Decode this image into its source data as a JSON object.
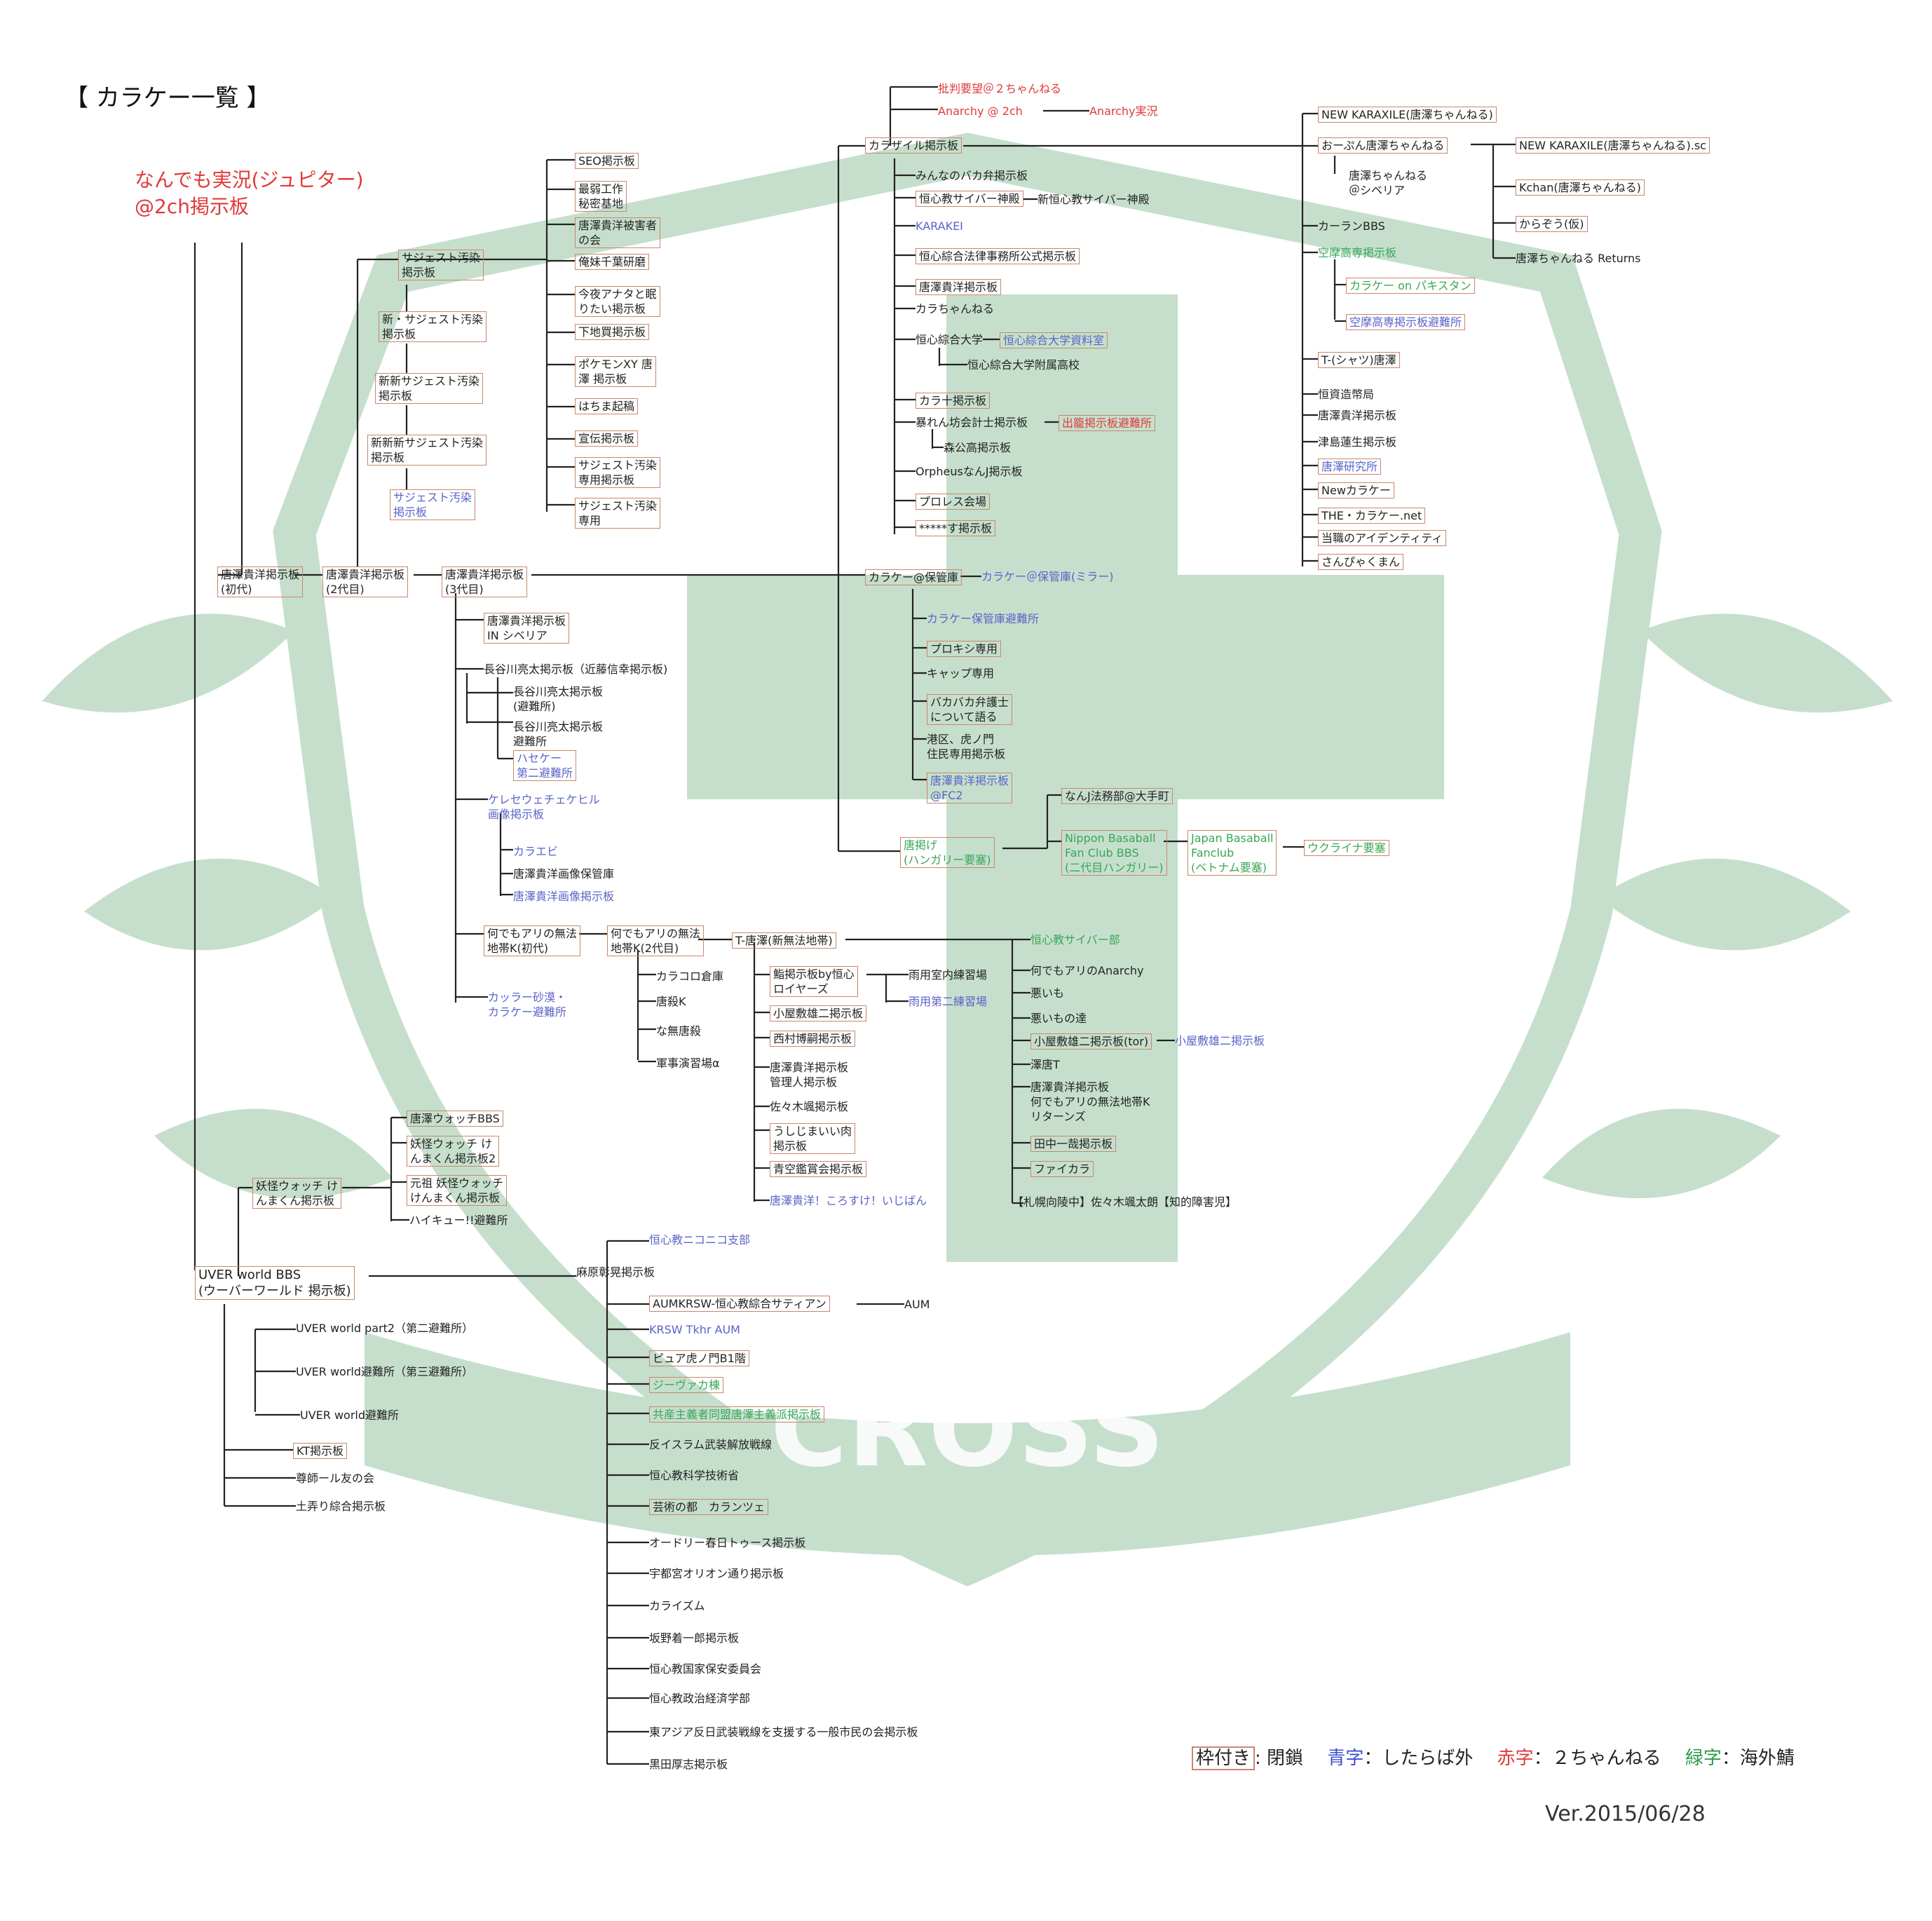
{
  "title": "【 カラケー一覧 】",
  "root": "なんでも実況(ジュピター)\n@2ch掲示板",
  "version": "Ver.2015/06/28",
  "watermark": {
    "text": "CROSS",
    "color": "#c6dfcd"
  },
  "legend": {
    "box": "枠付き",
    "box_desc": ": 閉鎖",
    "blue": "青字",
    "blue_desc": "：したらば外",
    "red": "赤字",
    "red_desc": "：２ちゃんねる",
    "green": "緑字",
    "green_desc": "：海外鯖"
  },
  "colors": {
    "red": "#e03a3a",
    "blue": "#5a63c8",
    "green": "#39a656",
    "frame": "#c9866e",
    "line": "#222222"
  },
  "nodes": [
    {
      "id": "n1",
      "text": "唐澤貴洋掲示板\n(初代)",
      "box": true
    },
    {
      "id": "n2",
      "text": "唐澤貴洋掲示板\n(2代目)",
      "box": true
    },
    {
      "id": "n3",
      "text": "唐澤貴洋掲示板\n(3代目)",
      "box": true
    },
    {
      "id": "s1",
      "text": "サジェスト汚染\n掲示板",
      "box": true
    },
    {
      "id": "s2",
      "text": "新・サジェスト汚染\n掲示板",
      "box": true
    },
    {
      "id": "s3",
      "text": "新新サジェスト汚染\n掲示板",
      "box": true
    },
    {
      "id": "s4",
      "text": "新新新サジェスト汚染\n掲示板",
      "box": true
    },
    {
      "id": "s5",
      "text": "サジェスト汚染\n掲示板",
      "color": "blue",
      "box": true
    },
    {
      "id": "c1",
      "text": "SEO掲示板",
      "box": true
    },
    {
      "id": "c2",
      "text": "最弱工作\n秘密基地",
      "box": true
    },
    {
      "id": "c3",
      "text": "唐澤貴洋被害者\nの会",
      "box": true
    },
    {
      "id": "c4",
      "text": "俺妹千葉研磨",
      "box": true
    },
    {
      "id": "c5",
      "text": "今夜アナタと眠\nりたい掲示板",
      "box": true
    },
    {
      "id": "c6",
      "text": "下地買掲示板",
      "box": true
    },
    {
      "id": "c7",
      "text": "ポケモンXY 唐\n澤 掲示板",
      "box": true
    },
    {
      "id": "c8",
      "text": "はちま起稿",
      "box": true
    },
    {
      "id": "c9",
      "text": "宣伝掲示板",
      "box": true
    },
    {
      "id": "c10",
      "text": "サジェスト汚染\n専用掲示板",
      "box": true
    },
    {
      "id": "c11",
      "text": "サジェスト汚染\n専用",
      "box": true
    },
    {
      "id": "t1",
      "text": "唐澤貴洋掲示板\nIN シベリア",
      "box": true
    },
    {
      "id": "t2",
      "text": "長谷川亮太掲示板（近藤信幸掲示板)"
    },
    {
      "id": "t3",
      "text": "長谷川亮太掲示板\n(避難所)"
    },
    {
      "id": "t4",
      "text": "長谷川亮太掲示板\n避難所"
    },
    {
      "id": "t5",
      "text": "ハセケー\n第二避難所",
      "color": "blue",
      "box": true
    },
    {
      "id": "t6",
      "text": "ケレセウェチェケヒル\n画像掲示板",
      "color": "blue"
    },
    {
      "id": "t7",
      "text": "カラエビ",
      "color": "blue"
    },
    {
      "id": "t8",
      "text": "唐澤貴洋画像保管庫"
    },
    {
      "id": "t9",
      "text": "唐澤貴洋画像掲示板",
      "color": "blue"
    },
    {
      "id": "t10",
      "text": "何でもアリの無法\n地帯K(初代)",
      "box": true
    },
    {
      "id": "t11",
      "text": "何でもアリの無法\n地帯K(2代目)",
      "box": true
    },
    {
      "id": "t12",
      "text": "T-唐澤(新無法地帯)",
      "box": true
    },
    {
      "id": "t13",
      "text": "カッラー砂漠・\nカラケー避難所",
      "color": "blue"
    },
    {
      "id": "k1",
      "text": "カラコロ倉庫"
    },
    {
      "id": "k2",
      "text": "唐殺K"
    },
    {
      "id": "k3",
      "text": "な無唐殺"
    },
    {
      "id": "k4",
      "text": "軍事演習場α"
    },
    {
      "id": "m1",
      "text": "鮨掲示板by恒心\nロイヤーズ",
      "box": true
    },
    {
      "id": "m2",
      "text": "雨用室内練習場"
    },
    {
      "id": "m3",
      "text": "雨用第二練習場",
      "color": "blue"
    },
    {
      "id": "m4",
      "text": "小屋敷雄二掲示板",
      "box": true
    },
    {
      "id": "m5",
      "text": "西村博嗣掲示板",
      "box": true
    },
    {
      "id": "m6",
      "text": "唐澤貴洋掲示板\n管理人掲示板"
    },
    {
      "id": "m7",
      "text": "佐々木颯掲示板"
    },
    {
      "id": "m8",
      "text": "うしじまいい肉\n掲示板",
      "box": true
    },
    {
      "id": "m9",
      "text": "青空鑑賞会掲示板",
      "box": true
    },
    {
      "id": "m10",
      "text": "唐澤貴洋！ころすけ！いじばん",
      "color": "blue"
    },
    {
      "id": "r1",
      "text": "恒心教サイバー部",
      "color": "green"
    },
    {
      "id": "r2",
      "text": "何でもアリのAnarchy"
    },
    {
      "id": "r3",
      "text": "悪いも"
    },
    {
      "id": "r4",
      "text": "悪いもの達"
    },
    {
      "id": "r5",
      "text": "小屋敷雄二掲示板(tor)",
      "box": true
    },
    {
      "id": "r6",
      "text": "小屋敷雄二掲示板",
      "color": "blue"
    },
    {
      "id": "r7",
      "text": "澤唐T"
    },
    {
      "id": "r8",
      "text": "唐澤貴洋掲示板\n何でもアリの無法地帯K\nリターンズ"
    },
    {
      "id": "r9",
      "text": "田中一哉掲示板",
      "box": true
    },
    {
      "id": "r10",
      "text": "ファイカラ",
      "box": true
    },
    {
      "id": "r11",
      "text": "【札幌向陵中】佐々木颯太朗【知的障害児】"
    },
    {
      "id": "h1",
      "text": "カラケー@保管庫",
      "box": true
    },
    {
      "id": "h2",
      "text": "カラケー＠保管庫(ミラー)",
      "color": "blue"
    },
    {
      "id": "h3",
      "text": "カラケー保管庫避難所",
      "color": "blue"
    },
    {
      "id": "h4",
      "text": "プロキシ専用",
      "box": true
    },
    {
      "id": "h5",
      "text": "キャップ専用"
    },
    {
      "id": "h6",
      "text": "バカバカ弁護士\nについて語る",
      "box": true
    },
    {
      "id": "h7",
      "text": "港区、虎ノ門\n住民専用掲示板"
    },
    {
      "id": "h8",
      "text": "唐澤貴洋掲示板\n@FC2",
      "color": "blue",
      "box": true
    },
    {
      "id": "g1",
      "text": "唐掲げ\n(ハンガリー要塞)",
      "color": "green",
      "box": true
    },
    {
      "id": "g2",
      "text": "なんJ法務部@大手町",
      "box": true
    },
    {
      "id": "g3",
      "text": "Nippon Basaball\nFan Club BBS\n(二代目ハンガリー)",
      "color": "green",
      "box": true
    },
    {
      "id": "g4",
      "text": "Japan Basaball\nFanclub\n(ベトナム要塞)",
      "color": "green",
      "box": true
    },
    {
      "id": "g5",
      "text": "ウクライナ要塞",
      "color": "green",
      "box": true
    },
    {
      "id": "z0",
      "text": "カラザイル掲示板",
      "box": true
    },
    {
      "id": "z1",
      "text": "批判要望＠２ちゃんねる",
      "color": "red"
    },
    {
      "id": "z2",
      "text": "Anarchy @ 2ch",
      "color": "red"
    },
    {
      "id": "z3",
      "text": "Anarchy実況",
      "color": "red"
    },
    {
      "id": "z4",
      "text": "みんなのバカ弁掲示板"
    },
    {
      "id": "z5",
      "text": "恒心教サイバー神殿",
      "box": true
    },
    {
      "id": "z6",
      "text": "新恒心教サイバー神殿"
    },
    {
      "id": "z7",
      "text": "KARAKEI",
      "color": "blue"
    },
    {
      "id": "z8",
      "text": "恒心綜合法律事務所公式掲示板",
      "box": true
    },
    {
      "id": "z9",
      "text": "唐澤貴洋掲示板",
      "box": true
    },
    {
      "id": "z10",
      "text": "カラちゃんねる"
    },
    {
      "id": "z11",
      "text": "恒心綜合大学"
    },
    {
      "id": "z12",
      "text": "恒心綜合大学資料室",
      "color": "blue",
      "box": true
    },
    {
      "id": "z13",
      "text": "恒心綜合大学附属高校"
    },
    {
      "id": "z14",
      "text": "カラ十掲示板",
      "box": true
    },
    {
      "id": "z15",
      "text": "暴れん坊会計士掲示板"
    },
    {
      "id": "z16",
      "text": "出籠掲示板避難所",
      "color": "red",
      "box": true
    },
    {
      "id": "z17",
      "text": "森公高掲示板"
    },
    {
      "id": "z18",
      "text": "OrpheusなんJ掲示板"
    },
    {
      "id": "z19",
      "text": "プロレス会場",
      "box": true
    },
    {
      "id": "z20",
      "text": "*****す掲示板",
      "box": true
    },
    {
      "id": "e1",
      "text": "NEW KARAXILE(唐澤ちゃんねる)",
      "box": true
    },
    {
      "id": "e2",
      "text": "おーぷん唐澤ちゃんねる",
      "box": true
    },
    {
      "id": "e3",
      "text": "唐澤ちゃんねる\n＠シベリア"
    },
    {
      "id": "e4",
      "text": "NEW KARAXILE(唐澤ちゃんねる).sc",
      "box": true
    },
    {
      "id": "e5",
      "text": "Kchan(唐澤ちゃんねる)",
      "box": true
    },
    {
      "id": "e6",
      "text": "からぞう(仮)",
      "box": true
    },
    {
      "id": "e7",
      "text": "唐澤ちゃんねる Returns"
    },
    {
      "id": "e8",
      "text": "カーランBBS"
    },
    {
      "id": "e9",
      "text": "空摩高専掲示板",
      "color": "green"
    },
    {
      "id": "e10",
      "text": "カラケー on パキスタン",
      "color": "green",
      "box": true
    },
    {
      "id": "e11",
      "text": "空摩高専掲示板避難所",
      "color": "blue",
      "box": true
    },
    {
      "id": "e12",
      "text": "T-(シャツ)唐澤",
      "box": true
    },
    {
      "id": "e13",
      "text": "恒資造幣局"
    },
    {
      "id": "e14",
      "text": "唐澤貴洋掲示板"
    },
    {
      "id": "e15",
      "text": "津島蓮生掲示板"
    },
    {
      "id": "e16",
      "text": "唐澤研究所",
      "color": "blue",
      "box": true
    },
    {
      "id": "e17",
      "text": "Newカラケー",
      "box": true
    },
    {
      "id": "e18",
      "text": "THE・カラケー.net",
      "box": true
    },
    {
      "id": "e19",
      "text": "当職のアイデンティティ",
      "box": true
    },
    {
      "id": "e20",
      "text": "さんぴゃくまん",
      "box": true
    },
    {
      "id": "y1",
      "text": "妖怪ウォッチ け\nんまくん掲示板",
      "box": true
    },
    {
      "id": "y2",
      "text": "唐澤ウォッチBBS",
      "box": true
    },
    {
      "id": "y3",
      "text": "妖怪ウォッチ け\nんまくん掲示板2",
      "box": true
    },
    {
      "id": "y4",
      "text": "元祖 妖怪ウォッチ\nけんまくん掲示板",
      "box": true
    },
    {
      "id": "y5",
      "text": "ハイキュー!!避難所"
    },
    {
      "id": "u0",
      "text": "UVER world BBS\n(ウーバーワールド 掲示板)",
      "box": true,
      "big": true
    },
    {
      "id": "u1",
      "text": "UVER world part2（第二避難所）"
    },
    {
      "id": "u2",
      "text": "UVER world避難所（第三避難所）"
    },
    {
      "id": "u3",
      "text": "UVER world避難所"
    },
    {
      "id": "u4",
      "text": "KT掲示板",
      "box": true
    },
    {
      "id": "u5",
      "text": "尊師ール友の会"
    },
    {
      "id": "u6",
      "text": "土弄り綜合掲示板"
    },
    {
      "id": "a0",
      "text": "麻原彰晃掲示板"
    },
    {
      "id": "a1",
      "text": "恒心教ニコニコ支部",
      "color": "blue"
    },
    {
      "id": "a2",
      "text": "AUMKRSW-恒心教綜合サティアン",
      "box": true
    },
    {
      "id": "a3",
      "text": "AUM"
    },
    {
      "id": "a4",
      "text": "KRSW Tkhr AUM",
      "color": "blue"
    },
    {
      "id": "a5",
      "text": "ピュア虎ノ門B1階",
      "box": true
    },
    {
      "id": "a6",
      "text": "ジーヴァカ棟",
      "color": "green",
      "box": true
    },
    {
      "id": "a7",
      "text": "共産主義者同盟唐澤主義派掲示板",
      "color": "green",
      "box": true
    },
    {
      "id": "a8",
      "text": "反イスラム武装解放戦線"
    },
    {
      "id": "a9",
      "text": "恒心教科学技術省"
    },
    {
      "id": "a10",
      "text": "芸術の都　カランツェ",
      "box": true
    },
    {
      "id": "a11",
      "text": "オードリー春日トゥース掲示板"
    },
    {
      "id": "a12",
      "text": "宇都宮オリオン通り掲示板"
    },
    {
      "id": "a13",
      "text": "カライズム"
    },
    {
      "id": "a14",
      "text": "坂野着一郎掲示板"
    },
    {
      "id": "a15",
      "text": "恒心教国家保安委員会"
    },
    {
      "id": "a16",
      "text": "恒心教政治経済学部"
    },
    {
      "id": "a17",
      "text": "東アジア反日武装戦線を支援する一般市民の会掲示板"
    },
    {
      "id": "a18",
      "text": "黒田厚志掲示板"
    }
  ]
}
